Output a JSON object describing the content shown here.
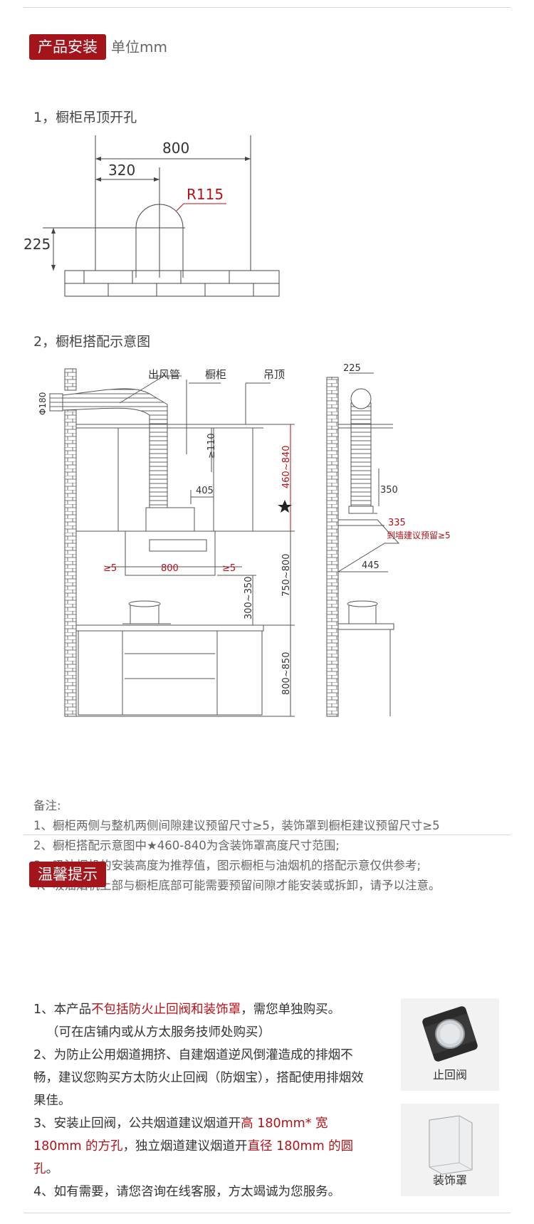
{
  "install": {
    "tag": "产品安装",
    "unit": "单位mm",
    "step1": "1，橱柜吊顶开孔",
    "step2": "2，橱柜搭配示意图"
  },
  "fig1": {
    "width": "800",
    "offset": "320",
    "radius": "R115",
    "height": "225"
  },
  "fig2": {
    "duct": "出风管",
    "cabinet": "橱柜",
    "ceiling": "吊顶",
    "diameter": "Φ180",
    "gap_top": "≥110",
    "depth": "405",
    "range_red": "460~840",
    "gap_left": "≥5",
    "hood_width": "800",
    "gap_right": "≥5",
    "hood_height": "750~800",
    "pot_height": "300~350",
    "counter_height": "800~850",
    "side_top": "225",
    "side_350": "350",
    "side_335": "335",
    "wall_note": "到墙建议预留≥5",
    "side_445": "445"
  },
  "notes": {
    "title": "备注:",
    "items": [
      "1、橱柜两侧与整机两侧间隙建议预留尺寸≥5，装饰罩到橱柜建议预留尺寸≥5",
      "2、橱柜搭配示意图中★460-840为含装饰罩高度尺寸范围;",
      "3、吸油烟机的安装高度为推荐值，图示橱柜与油烟机的搭配示意仅供参考;",
      "4、吸油烟机上部与橱柜底部可能需要预留间隙才能安装或拆卸，请予以注意。"
    ]
  },
  "tips": {
    "tag": "温馨提示",
    "t1a": "1、本产品",
    "t1b": "不包括防火止回阀和装饰罩",
    "t1c": "，需您单独购买。",
    "t1d": "（可在店铺内或从方太服务技师处购买）",
    "t2": "2、为防止公用烟道拥挤、自建烟道逆风倒灌造成的排烟不畅，建议您购买方太防火止回阀（防烟宝），搭配使用排烟效果佳。",
    "t3a": "3、安装止回阀，公共烟道建议烟道开",
    "t3b": "高 180mm* 宽 180mm 的方孔",
    "t3c": "，独立烟道建议烟道开",
    "t3d": "直径 180mm 的圆孔",
    "t3e": "。",
    "t4": "4、如有需要，请您咨询在线客服，方太竭诚为您服务。"
  },
  "products": {
    "valve": "止回阀",
    "cover": "装饰罩"
  },
  "colors": {
    "brand_red": "#a3151b",
    "text_red": "#b4121a"
  }
}
